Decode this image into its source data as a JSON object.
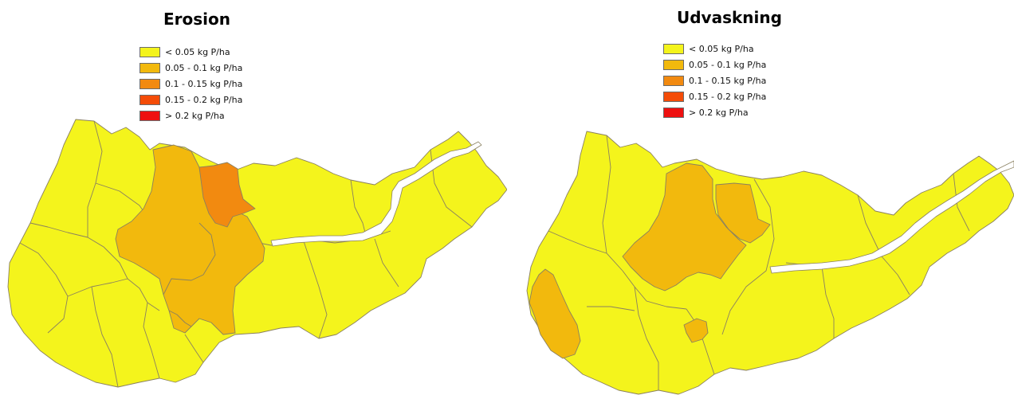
{
  "legend_colors": {
    "c1": "#f4f41c",
    "c2": "#f2b90d",
    "c3": "#f28a10",
    "c4": "#f44c08",
    "c5": "#ee1010"
  },
  "legend_items": [
    {
      "label": "< 0.05 kg P/ha",
      "color": "#f4f41c"
    },
    {
      "label": "0.05 - 0.1 kg P/ha",
      "color": "#f2b90d"
    },
    {
      "label": "0.1 - 0.15 kg P/ha",
      "color": "#f28a10"
    },
    {
      "label": "0.15 - 0.2 kg P/ha",
      "color": "#f44c08"
    },
    {
      "label": "> 0.2 kg P/ha",
      "color": "#ee1010"
    }
  ],
  "maps": [
    {
      "title": "Erosion",
      "legend": {
        "item1": "< 0.05 kg P/ha",
        "item2": "0.05 - 0.1 kg P/ha",
        "item3": "0.1 - 0.15 kg P/ha",
        "item4": "0.15 - 0.2 kg P/ha",
        "item5": "> 0.2 kg P/ha"
      }
    },
    {
      "title": "Udvaskning",
      "legend": {
        "item1": "< 0.05 kg P/ha",
        "item2": "0.05 - 0.1 kg P/ha",
        "item3": "0.1 - 0.15 kg P/ha",
        "item4": "0.15 - 0.2 kg P/ha",
        "item5": "> 0.2 kg P/ha"
      }
    }
  ]
}
